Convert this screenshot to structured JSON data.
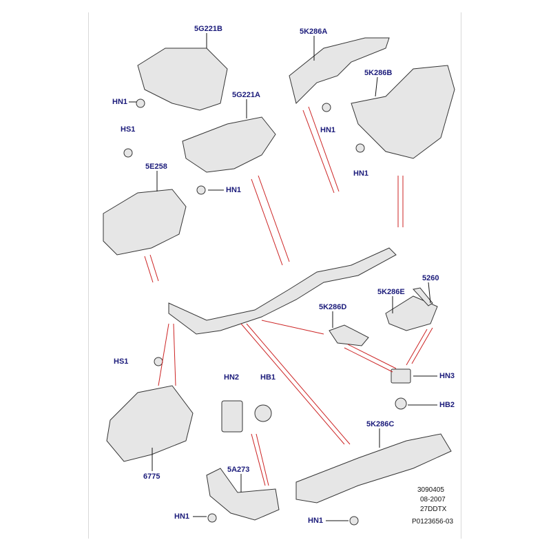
{
  "colors": {
    "leader_red": "#cc2222",
    "label_blue": "#1a1a7a",
    "part_fill": "#e6e6e6",
    "part_stroke": "#333333"
  },
  "labels": {
    "p5G221B": "5G221B",
    "p5K286A": "5K286A",
    "p5K286B": "5K286B",
    "p5G221A": "5G221A",
    "p5E258": "5E258",
    "p5K286E": "5K286E",
    "p5260": "5260",
    "p5K286D": "5K286D",
    "p5K286C": "5K286C",
    "p5A273": "5A273",
    "p6775": "6775",
    "hn1_a": "HN1",
    "hn1_b": "HN1",
    "hn1_c": "HN1",
    "hn1_d": "HN1",
    "hn1_e": "HN1",
    "hn1_f": "HN1",
    "hs1_a": "HS1",
    "hs1_b": "HS1",
    "hn2": "HN2",
    "hb1": "HB1",
    "hn3": "HN3",
    "hb2": "HB2"
  },
  "meta": {
    "code": "3090405",
    "date": "08-2007",
    "model": "27DDTX",
    "ref": "P0123656-03"
  }
}
